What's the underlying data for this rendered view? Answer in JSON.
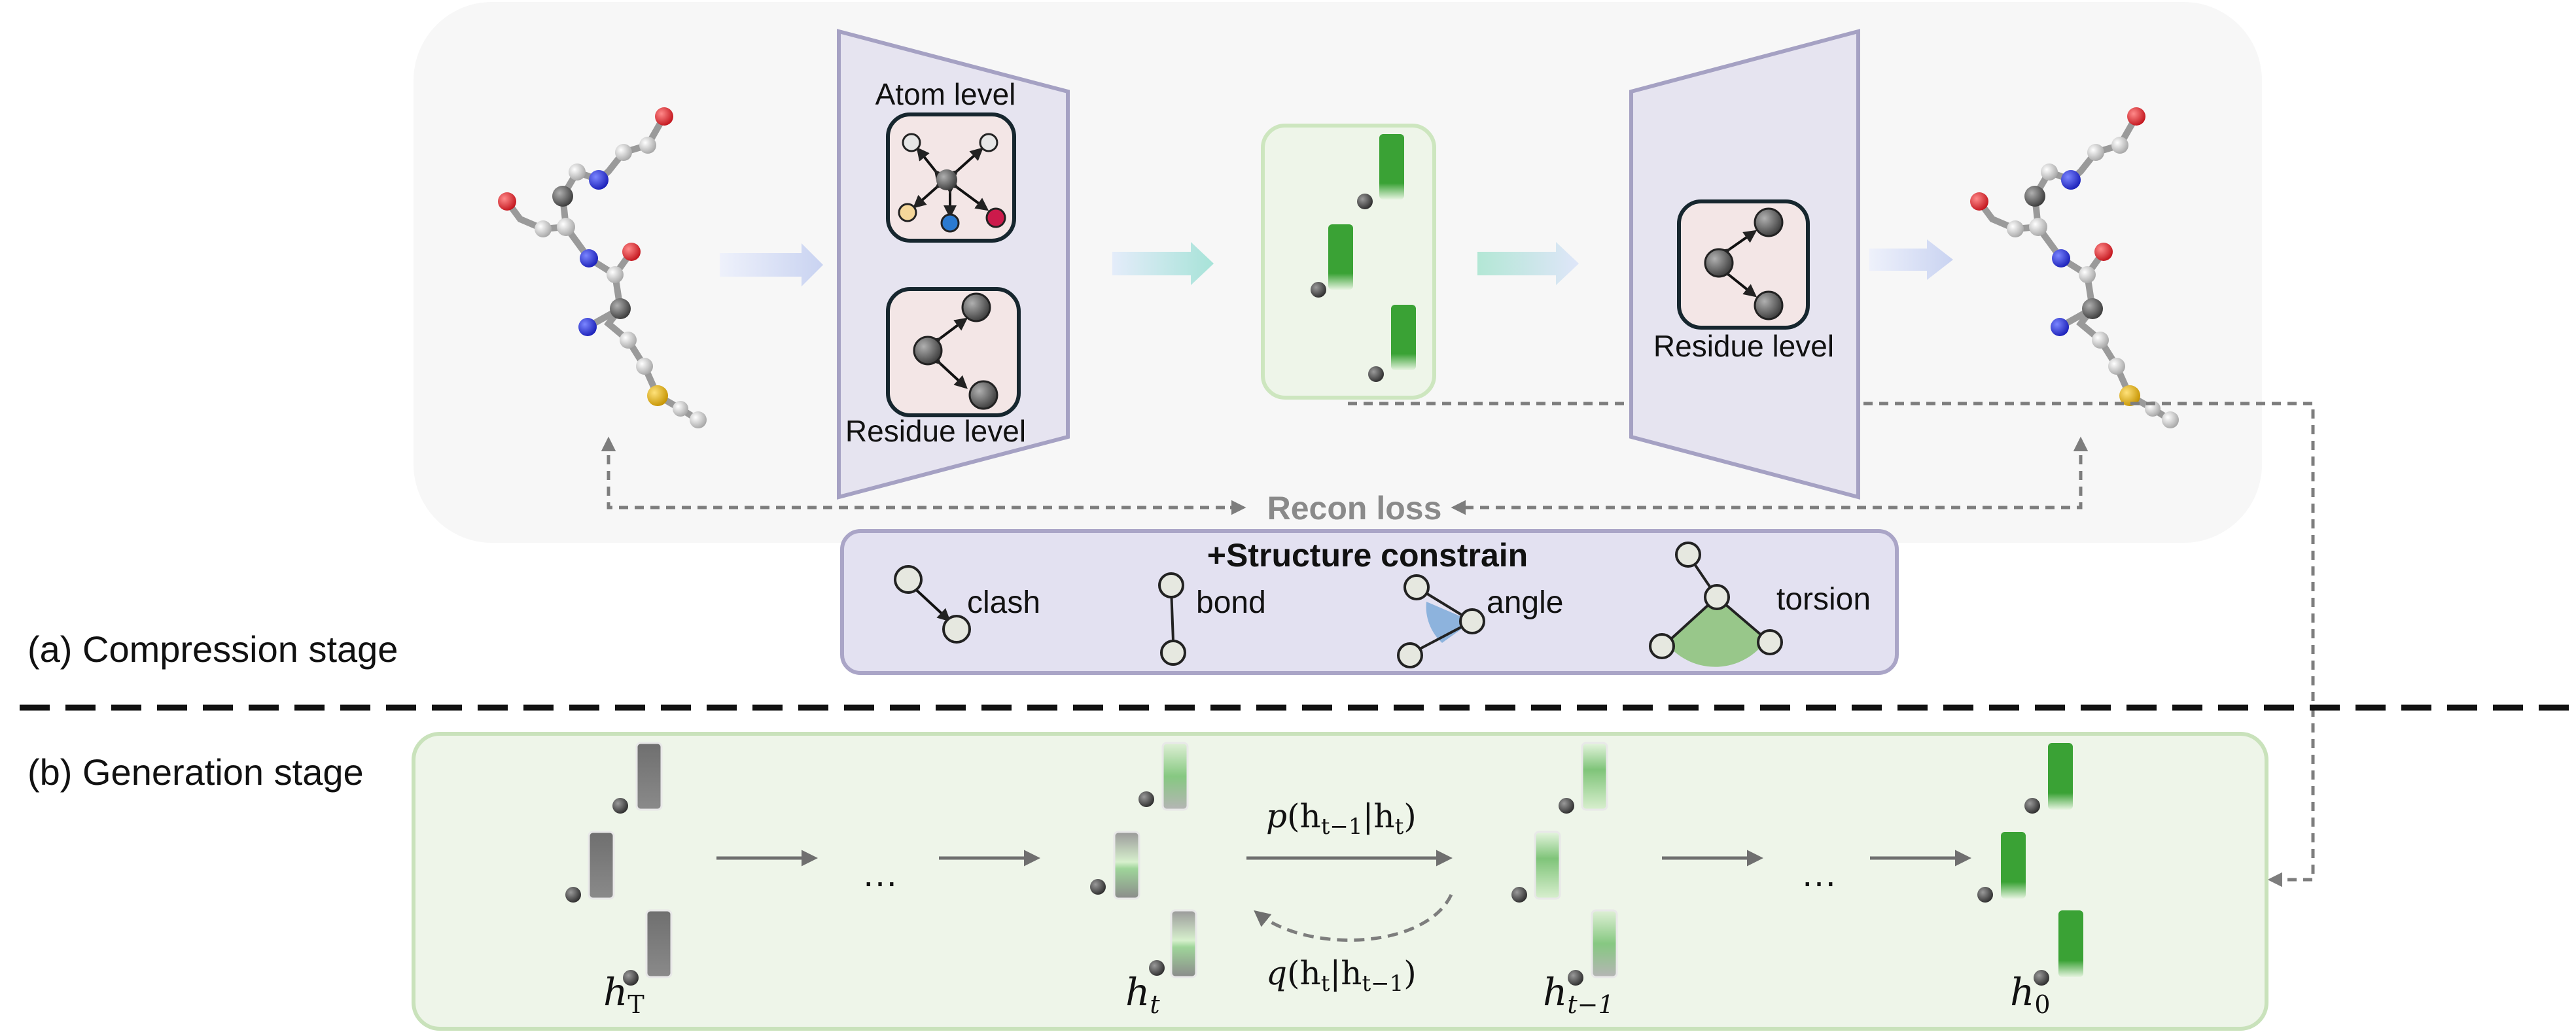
{
  "compression": {
    "stage_label": "(a) Compression stage",
    "atom_level": "Atom level",
    "residue_level_encoder": "Residue level",
    "residue_level_decoder": "Residue level",
    "recon_loss": "Recon loss",
    "structure_title": "+Structure constrain",
    "constraints": [
      "clash",
      "bond",
      "angle",
      "torsion"
    ]
  },
  "generation": {
    "stage_label": "(b) Generation stage",
    "ellipsis_left": "…",
    "ellipsis_right": "…",
    "h_T": {
      "base": "h",
      "sub": "T"
    },
    "h_t": {
      "base": "h",
      "sub": "t"
    },
    "h_tm1": {
      "base": "h",
      "sub": "t−1"
    },
    "h_0": {
      "base": "h",
      "sub": "0"
    },
    "forward_label": {
      "p": "p",
      "a": "h",
      "as": "t−1",
      "bar": "|",
      "b": "h",
      "bs": "t"
    },
    "reverse_label": {
      "q": "q",
      "a": "h",
      "as": "t",
      "bar": "|",
      "b": "h",
      "bs": "t−1"
    }
  },
  "colors": {
    "panel_gray": "#f7f7f7",
    "panel_green": "#eef5e9",
    "green_border": "#c9e2bb",
    "encoder_fill": "#e6e4f0",
    "encoder_stroke": "#a5a1c3",
    "constrain_fill": "#e3e1f1",
    "latent_green": "#3ea33a",
    "latent_gray": "#7a7a7a"
  }
}
